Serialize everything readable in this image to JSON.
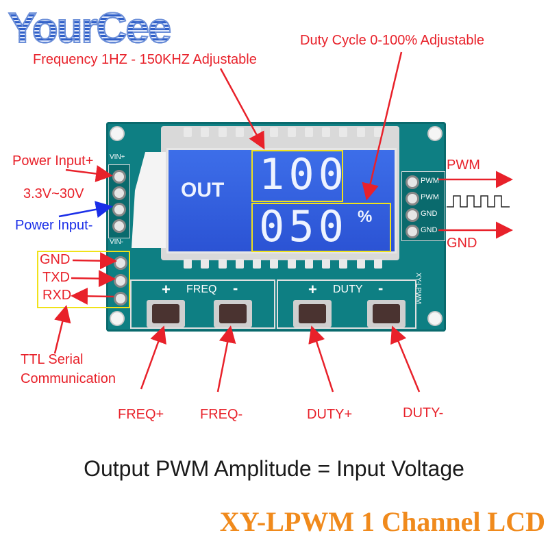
{
  "brand": "YourCee",
  "annotations": {
    "frequency": "Frequency 1HZ - 150KHZ Adjustable",
    "duty_cycle": "Duty Cycle 0-100% Adjustable",
    "power_input_plus": "Power Input+",
    "voltage_range": "3.3V~30V",
    "power_input_minus": "Power Input-",
    "gnd": "GND",
    "txd": "TXD",
    "rxd": "RXD",
    "ttl_serial_line1": "TTL Serial",
    "ttl_serial_line2": "Communication",
    "pwm_out": "PWM",
    "gnd_out": "GND",
    "freq_plus": "FREQ+",
    "freq_minus": "FREQ-",
    "duty_plus": "DUTY+",
    "duty_minus": "DUTY-"
  },
  "board": {
    "vin_plus": "VIN+",
    "vin_minus": "VIN-",
    "pin_pwm1": "PWM",
    "pin_pwm2": "PWM",
    "pin_gnd1": "GND",
    "pin_gnd2": "GND",
    "model_silk": "XY-LPWM",
    "freq_label": "FREQ",
    "duty_label": "DUTY",
    "plus": "+",
    "minus": "-"
  },
  "lcd": {
    "out_label": "OUT",
    "frequency_value": "100",
    "duty_value": "050",
    "percent": "%"
  },
  "caption": "Output PWM Amplitude = Input Voltage",
  "title": "XY-LPWM  1 Channel LCD",
  "colors": {
    "annotation": "#e8212a",
    "power_minus": "#1a2ee8",
    "pcb": "#0e7f83",
    "lcd": "#2b53d4",
    "title": "#f08a1c",
    "highlight": "#f0e21a"
  }
}
